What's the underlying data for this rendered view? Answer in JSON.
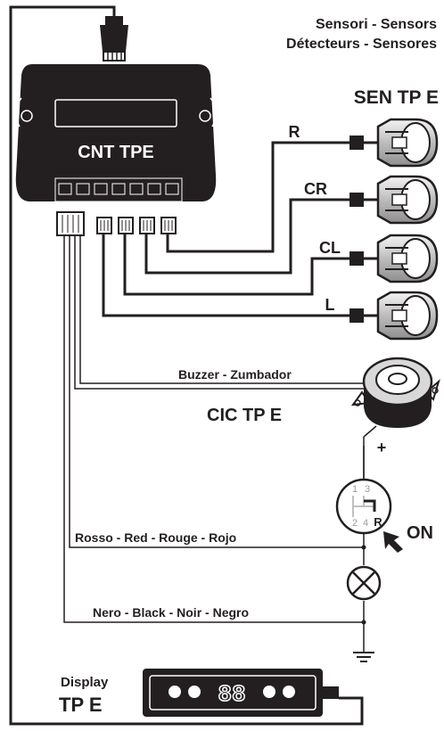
{
  "header": {
    "sensors_line1": "Sensori - Sensors",
    "sensors_line2": "Détecteurs - Sensores"
  },
  "control_unit": {
    "name": "CNT TPE"
  },
  "sensor_group": {
    "name": "SEN TP E"
  },
  "sensor_labels": [
    "R",
    "CR",
    "CL",
    "L"
  ],
  "buzzer": {
    "label": "Buzzer - Zumbador",
    "name": "CIC TP E"
  },
  "gear_selector": {
    "positions": [
      "1",
      "3",
      "2",
      "4",
      "R"
    ],
    "plus_sign": "+",
    "on_label": "ON"
  },
  "wires": {
    "red_label": "Rosso - Red - Rouge - Rojo",
    "black_label": "Nero - Black - Noir - Negro"
  },
  "display": {
    "title_line1": "Display",
    "title_line2": "TP E",
    "digits": "88"
  },
  "colors": {
    "line": "#231f20",
    "background": "#ffffff",
    "metal": "#c8c8c8"
  }
}
